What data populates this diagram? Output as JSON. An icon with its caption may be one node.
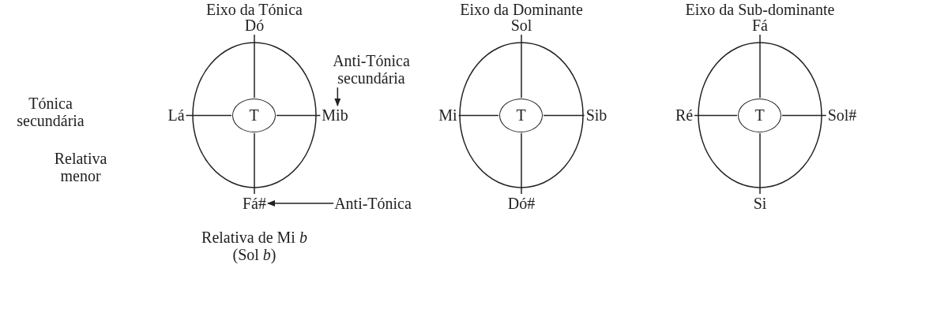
{
  "diagram": {
    "nodes": [
      {
        "text": [
          "Eixo da Tónica"
        ]
      },
      {
        "text": [
          "T"
        ],
        "in": 0
      },
      {
        "text": [
          "Dó"
        ]
      },
      {
        "text": [
          "Lá"
        ],
        "beside": [
          "Tónica secundária",
          "Relativa menor"
        ]
      },
      {
        "text": [
          "Mib"
        ]
      },
      {
        "text": [
          "Fá#"
        ],
        "beside": [
          "Relativa de Mi *b* (Sol *b*)"
        ]
      },
      {
        "text": [
          "Anti-Tónica secundária"
        ]
      },
      {
        "text": [
          "Anti-Tónica"
        ]
      },
      {
        "text": [
          "Eixo da Dominante"
        ]
      },
      {
        "text": [
          "T"
        ],
        "in": 8
      },
      {
        "text": [
          "Sol"
        ]
      },
      {
        "text": [
          "Mi"
        ]
      },
      {
        "text": [
          "Sib"
        ]
      },
      {
        "text": [
          "Dó#"
        ]
      },
      {
        "text": [
          "Eixo da Sub-dominante"
        ]
      },
      {
        "text": [
          "T"
        ],
        "in": 14
      },
      {
        "text": [
          "Fá"
        ]
      },
      {
        "text": [
          "Ré"
        ]
      },
      {
        "text": [
          "Sol#"
        ]
      },
      {
        "text": [
          "Si"
        ]
      }
    ],
    "edges": [
      {
        "from": 1,
        "to": 2,
        "arrow": "none"
      },
      {
        "from": 1,
        "to": 3,
        "arrow": "none"
      },
      {
        "from": 1,
        "to": 4,
        "arrow": "none"
      },
      {
        "from": 1,
        "to": 5,
        "arrow": "none"
      },
      {
        "from": 6,
        "to": 4,
        "arrow": "to"
      },
      {
        "from": 7,
        "to": 5,
        "arrow": "to"
      },
      {
        "from": 9,
        "to": 10,
        "arrow": "none"
      },
      {
        "from": 9,
        "to": 11,
        "arrow": "none"
      },
      {
        "from": 9,
        "to": 12,
        "arrow": "none"
      },
      {
        "from": 9,
        "to": 13,
        "arrow": "none"
      },
      {
        "from": 15,
        "to": 16,
        "arrow": "none"
      },
      {
        "from": 15,
        "to": 17,
        "arrow": "none"
      },
      {
        "from": 15,
        "to": 18,
        "arrow": "none"
      },
      {
        "from": 15,
        "to": 19,
        "arrow": "none"
      }
    ]
  }
}
